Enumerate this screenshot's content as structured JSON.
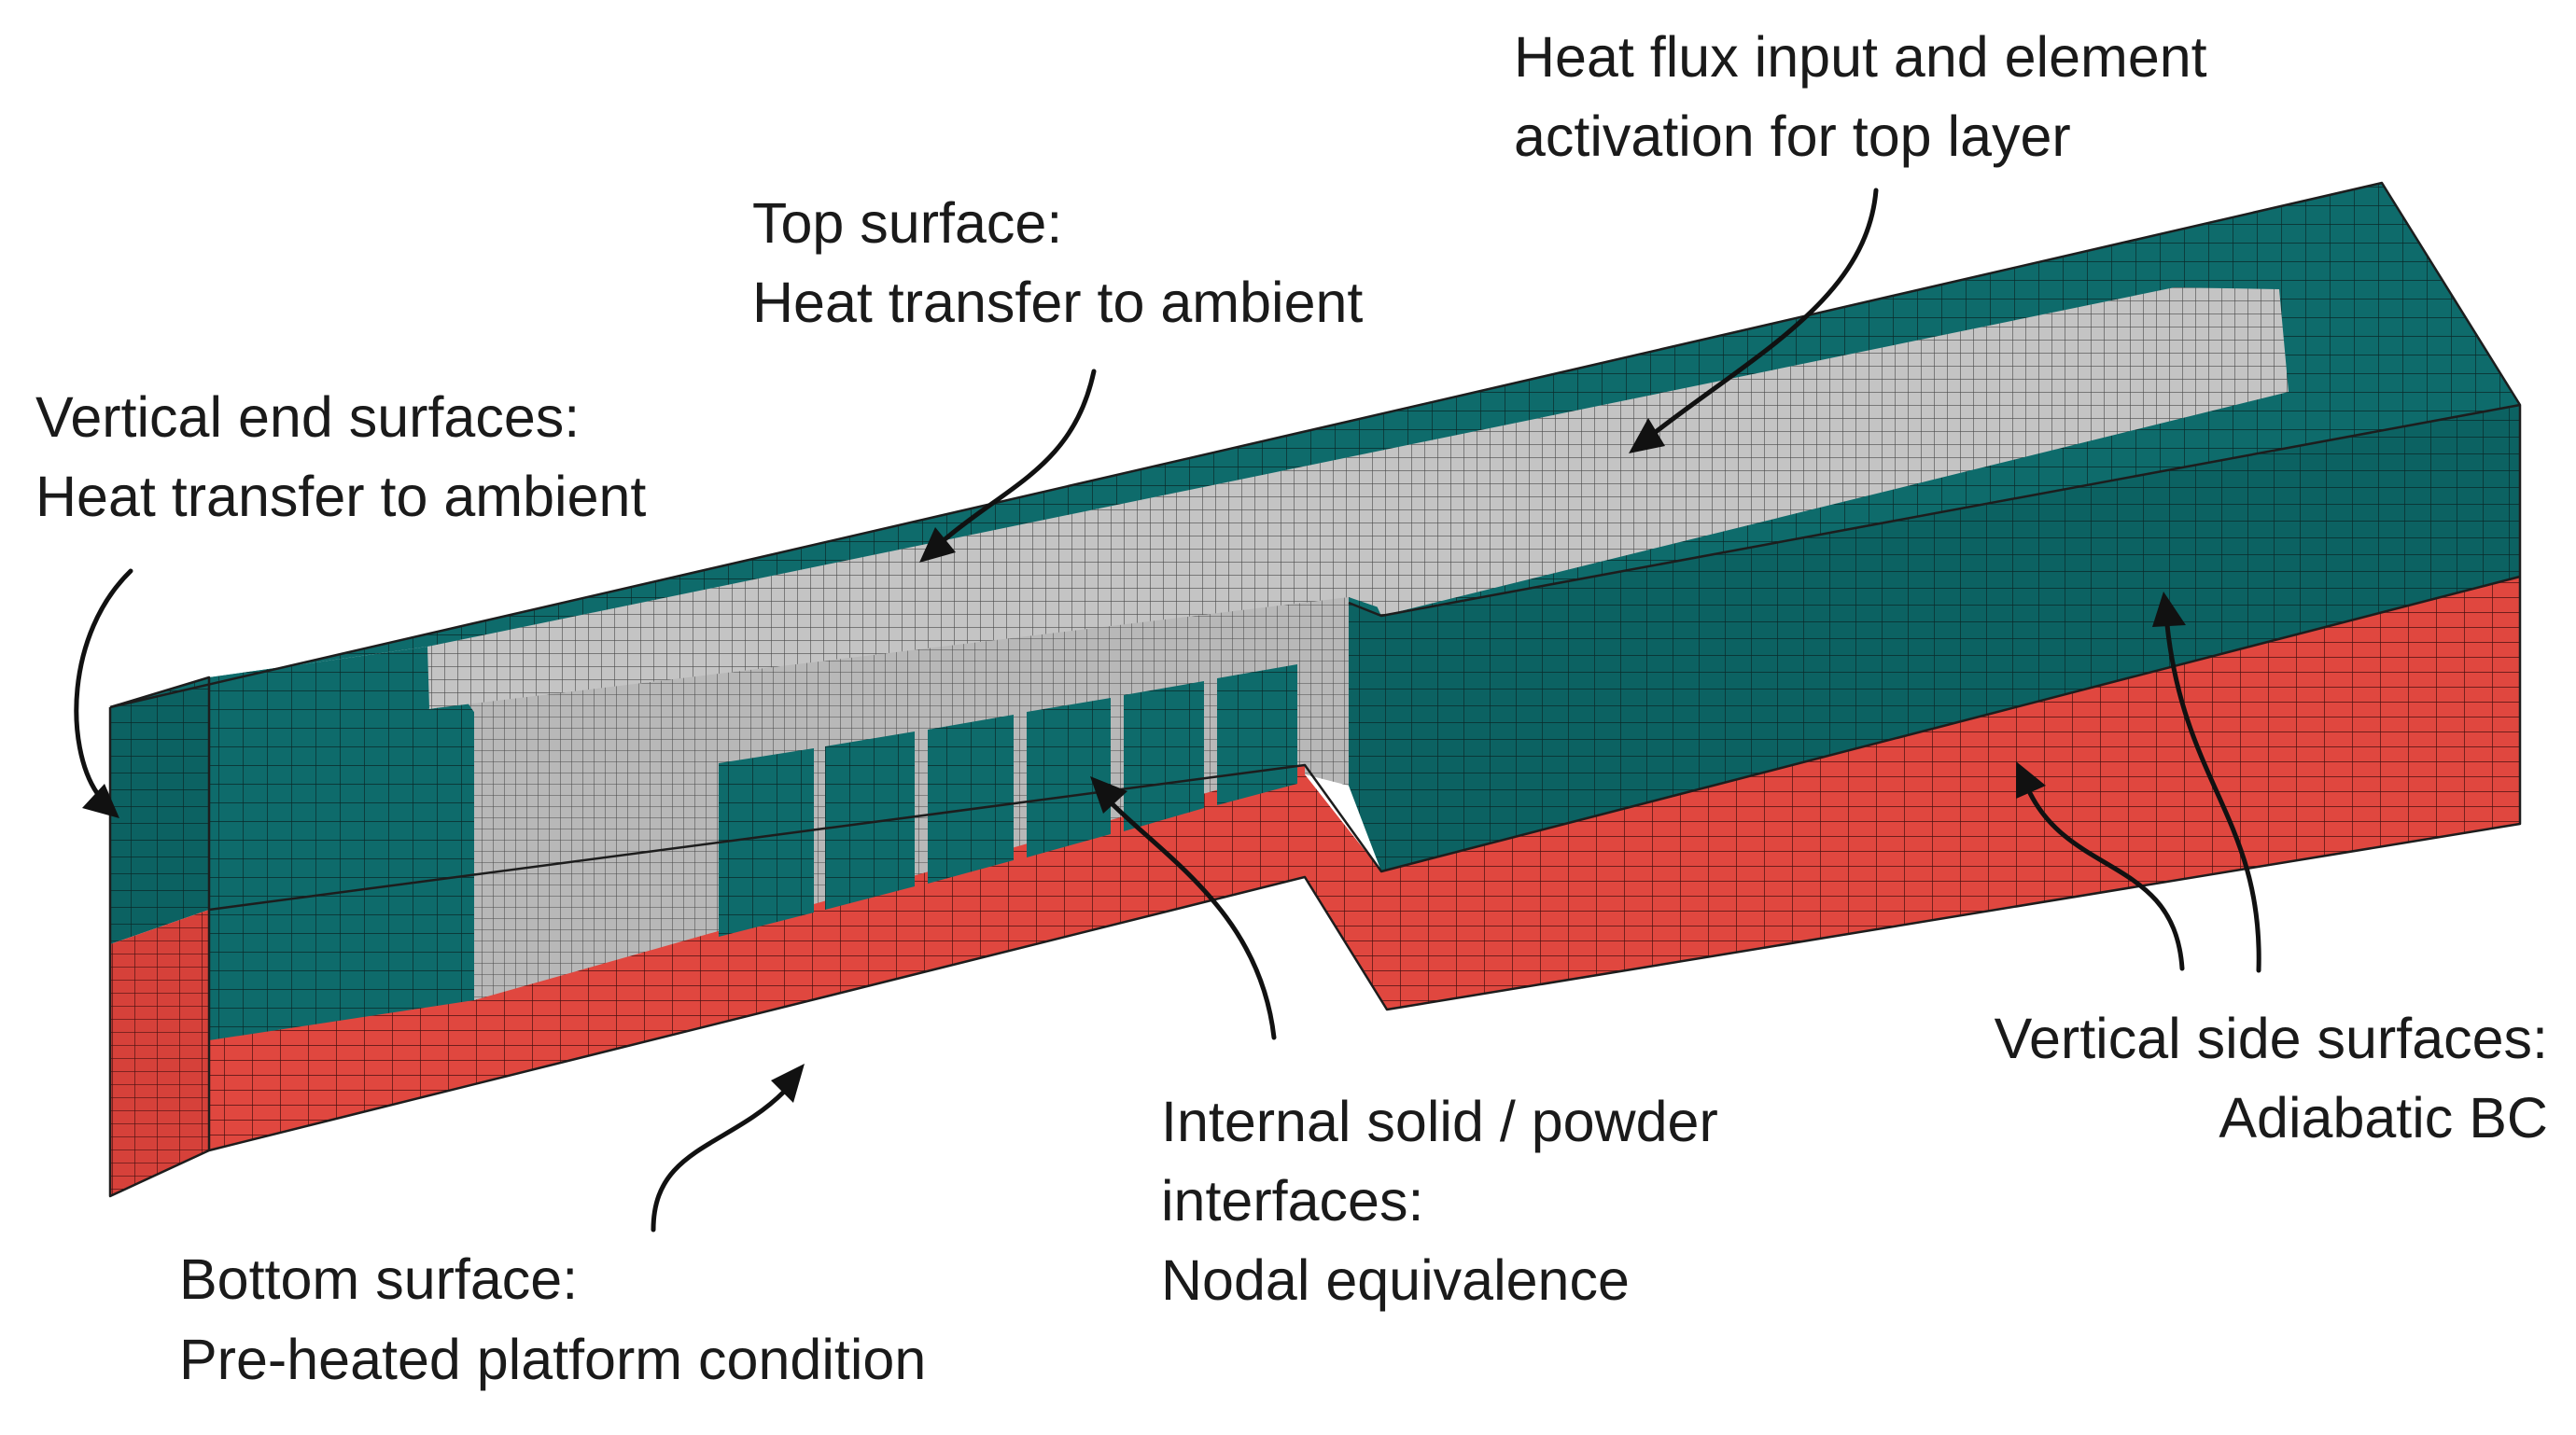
{
  "colors": {
    "solid_top": "#0e6b6b",
    "solid_side": "#0c6060",
    "powder_top": "#c4c4c4",
    "powder_side": "#b9b9b9",
    "platform_front": "#e0473f",
    "platform_side": "#d7413a",
    "mesh_line": "#1a1a1a",
    "text": "#1a1a1a"
  },
  "labels": {
    "heat_flux": [
      "Heat flux input and element",
      "activation for top layer"
    ],
    "top_surface": [
      "Top surface:",
      "Heat transfer to ambient"
    ],
    "end_surfaces": [
      "Vertical end surfaces:",
      "Heat transfer to ambient"
    ],
    "internal": [
      "Internal solid / powder",
      "interfaces:",
      "Nodal equivalence"
    ],
    "side_surfaces": [
      "Vertical side surfaces:",
      "Adiabatic BC"
    ],
    "bottom_surface": [
      "Bottom surface:",
      "Pre-heated platform condition"
    ]
  }
}
